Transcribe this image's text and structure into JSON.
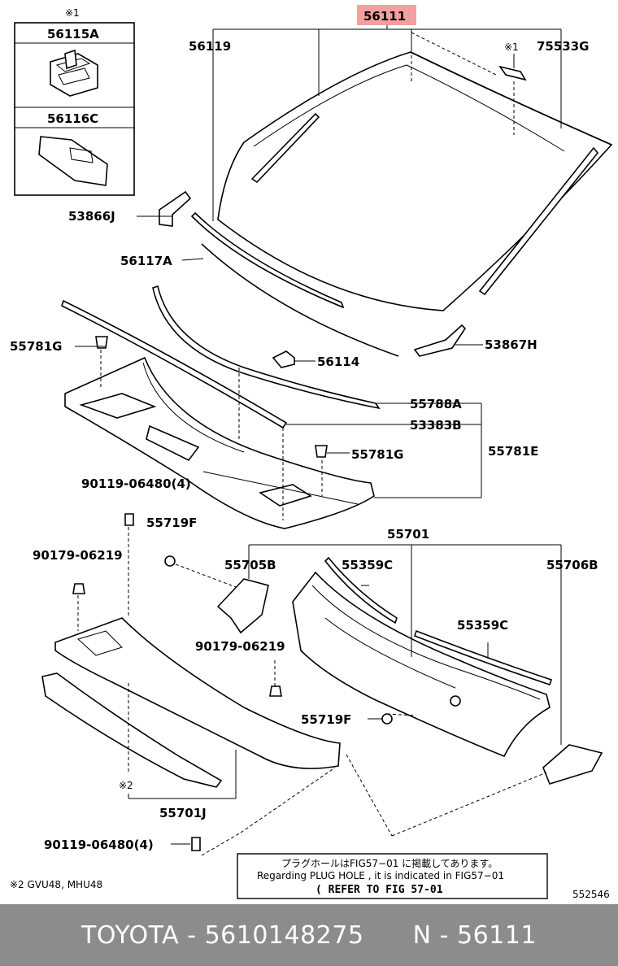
{
  "diagram": {
    "labels": {
      "p56111": "56111",
      "p56119": "56119",
      "p75533g": "75533G",
      "mark1_top": "※1",
      "mark1_box": "※1",
      "p56115a": "56115A",
      "p56116c": "56116C",
      "p53866j": "53866J",
      "p56117a": "56117A",
      "p55781g_a": "55781G",
      "p56114": "56114",
      "p53867h": "53867H",
      "p55788a": "55788A",
      "p53383b": "53383B",
      "p55781g_b": "55781G",
      "p55781e": "55781E",
      "p90119_a": "90119-06480(4)",
      "p55719f_a": "55719F",
      "p55701": "55701",
      "p90179_a": "90179-06219",
      "p55705b": "55705B",
      "p55359c_a": "55359C",
      "p55706b": "55706B",
      "p55359c_b": "55359C",
      "p90179_b": "90179-06219",
      "p55719f_b": "55719F",
      "mark2": "※2",
      "p55701j": "55701J",
      "p90119_b": "90119-06480(4)",
      "footnote": "※2 GVU48, MHU48",
      "figure_id": "552546"
    },
    "note": {
      "line_jp": "プラグホールはFIG57−01 に掲載してあります。",
      "line_en": "Regarding PLUG HOLE , it is indicated in FIG57−01",
      "line_ref": "( REFER TO FIG 57-01"
    }
  },
  "footer": {
    "brand": "TOYOTA",
    "sep1": " - ",
    "part_number": "5610148275",
    "gap": "      ",
    "prefix": "N",
    "sep2": " - ",
    "ref": "56111"
  },
  "colors": {
    "highlight": "#f4a0a0",
    "footer_bg": "#8c8c8c"
  }
}
